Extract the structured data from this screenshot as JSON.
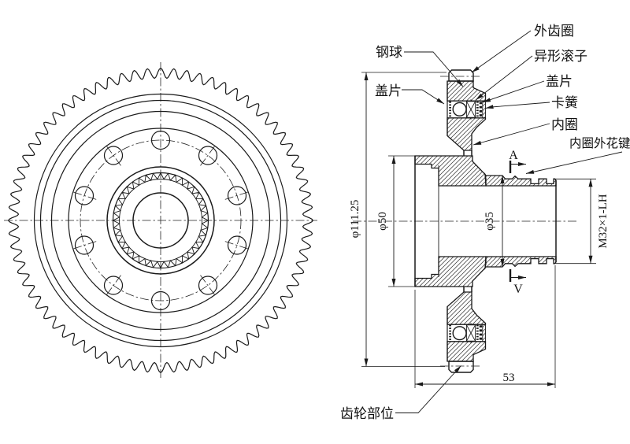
{
  "labels": {
    "steel_ball": "钢球",
    "cover_left": "盖片",
    "outer_gear_ring": "外齿圈",
    "profiled_roller": "异形滚子",
    "cover_right": "盖片",
    "circlip": "卡簧",
    "inner_ring": "内圈",
    "inner_ring_spline": "内圈外花键",
    "gear_part": "齿轮部位"
  },
  "dimensions": {
    "pitch_diameter": "φ111.25",
    "cup_diameter": "φ50",
    "shaft_diameter": "φ35",
    "thread_spec": "M32×1-LH",
    "length": "53"
  },
  "section_marks": {
    "top": "A",
    "bottom": "V"
  },
  "colors": {
    "line": "#1a1a1a",
    "background": "#ffffff"
  }
}
